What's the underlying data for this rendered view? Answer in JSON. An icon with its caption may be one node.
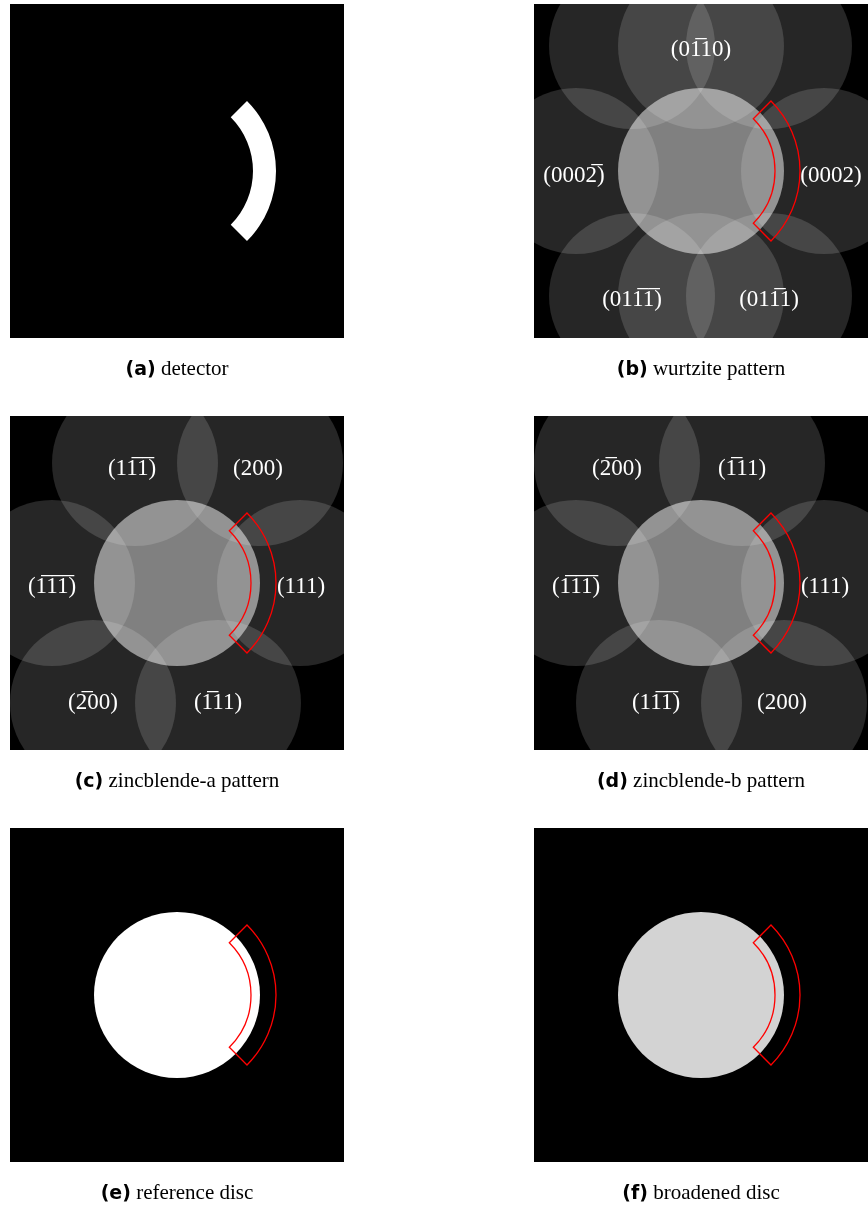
{
  "diagram": {
    "labels": [
      "**(a)** detector",
      "(01̅10)",
      "(0002̅)",
      "(0002)",
      "(011̅1̅)",
      "(011̅1)",
      "**(b)** wurtzite pattern",
      "(11̅1̅)",
      "(200)",
      "(1̅1̅1̅)",
      "(111)",
      "(2̅00)",
      "(1̅11)",
      "**(c)** zincblende-a pattern",
      "(2̅00)",
      "(1̅11)",
      "(1̅1̅1̅)",
      "(111)",
      "(11̅1̅)",
      "(200)",
      "**(d)** zincblende-b pattern",
      "**(e)** reference disc",
      "**(f)** broadened disc"
    ]
  }
}
